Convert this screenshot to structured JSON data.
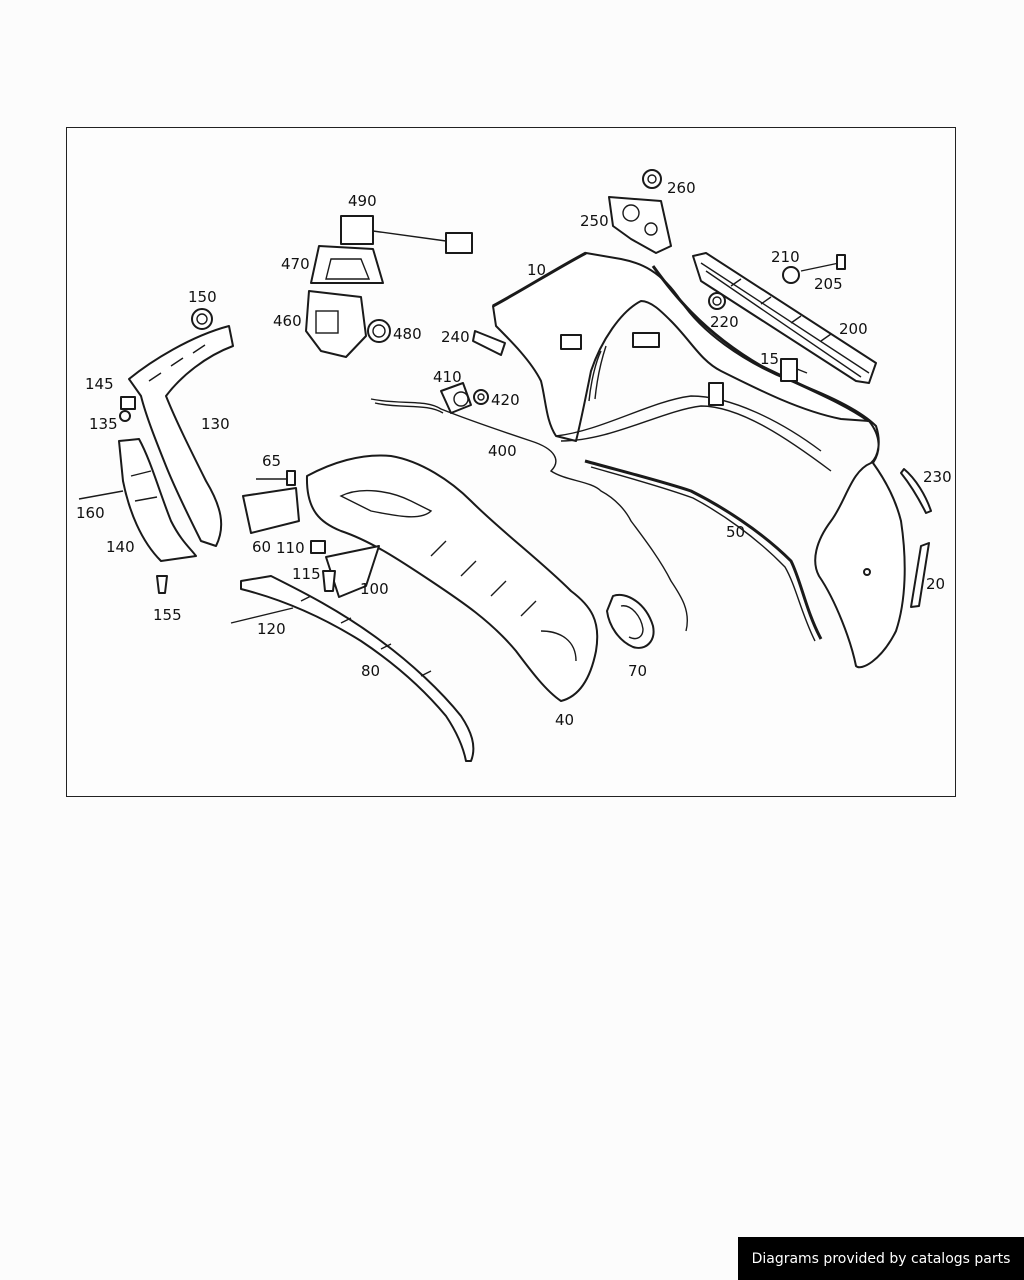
{
  "diagram": {
    "callouts": [
      "10",
      "15",
      "20",
      "40",
      "50",
      "60",
      "65",
      "70",
      "80",
      "100",
      "110",
      "115",
      "120",
      "130",
      "135",
      "140",
      "145",
      "150",
      "155",
      "160",
      "200",
      "205",
      "210",
      "220",
      "230",
      "240",
      "250",
      "260",
      "400",
      "410",
      "420",
      "460",
      "470",
      "480",
      "490"
    ],
    "line_color": "#1a1a1a",
    "background_color": "#fdfdfd"
  },
  "footer": {
    "credit_text": "Diagrams provided by catalogs parts",
    "background_color": "#000000",
    "text_color": "#ffffff"
  }
}
